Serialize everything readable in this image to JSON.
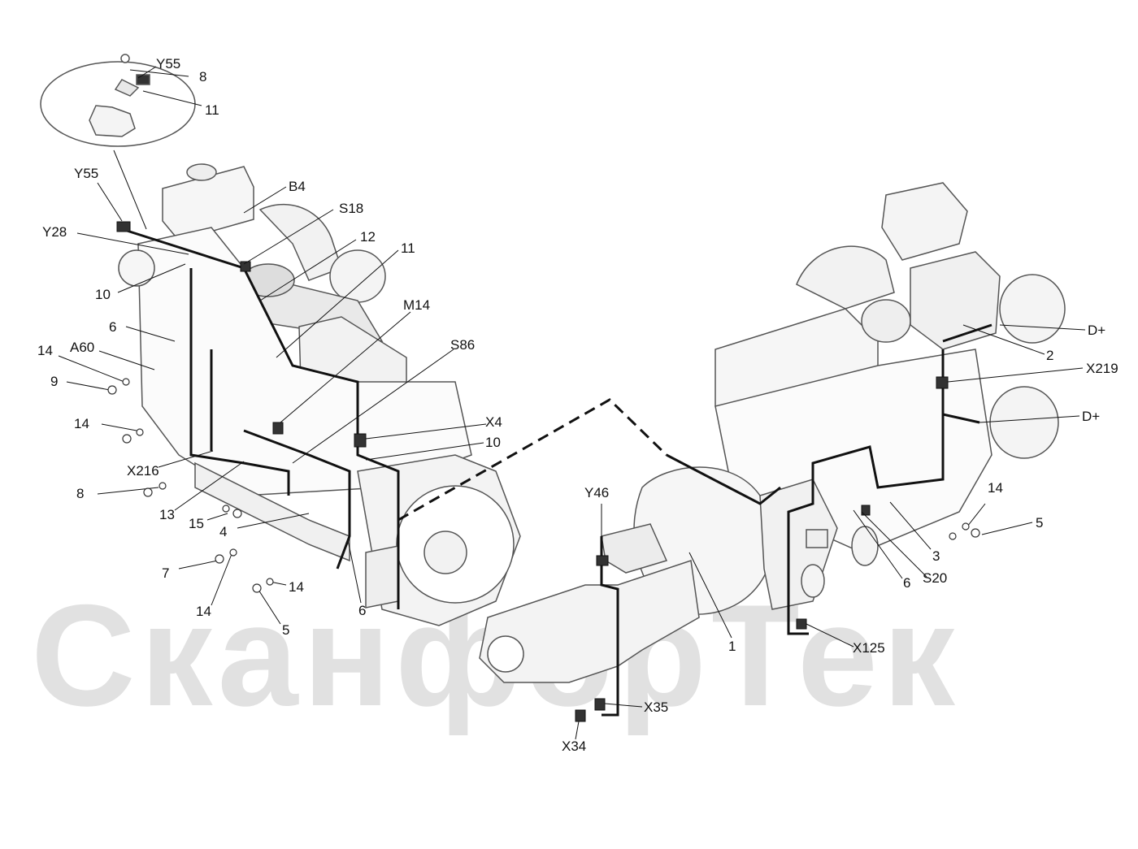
{
  "watermark": {
    "text": "СканфорТек"
  },
  "colors": {
    "line": "#111111",
    "part_outline": "#555555",
    "part_fill": "#f6f6f6",
    "connector_fill": "#333333",
    "watermark": "#d7d7d7"
  },
  "callouts": {
    "y55_detail": "Y55",
    "n8_detail": "8",
    "n11_detail": "11",
    "y55": "Y55",
    "b4": "B4",
    "s18": "S18",
    "y28": "Y28",
    "n12": "12",
    "n11": "11",
    "n10_left": "10",
    "n6_left": "6",
    "m14": "M14",
    "n14_a": "14",
    "a60": "A60",
    "s86": "S86",
    "n9": "9",
    "n14_b": "14",
    "x4": "X4",
    "n10_mid": "10",
    "x216": "X216",
    "n8": "8",
    "n13": "13",
    "n15": "15",
    "n4": "4",
    "n7": "7",
    "n14_c": "14",
    "n14_d": "14",
    "n5_left": "5",
    "n6_mid": "6",
    "y46": "Y46",
    "d_plus_top": "D+",
    "n2": "2",
    "x219": "X219",
    "d_plus_bottom": "D+",
    "n14_right": "14",
    "n5_right": "5",
    "n3": "3",
    "s20": "S20",
    "n6_right": "6",
    "x125": "X125",
    "n1": "1",
    "x35": "X35",
    "x34": "X34"
  }
}
